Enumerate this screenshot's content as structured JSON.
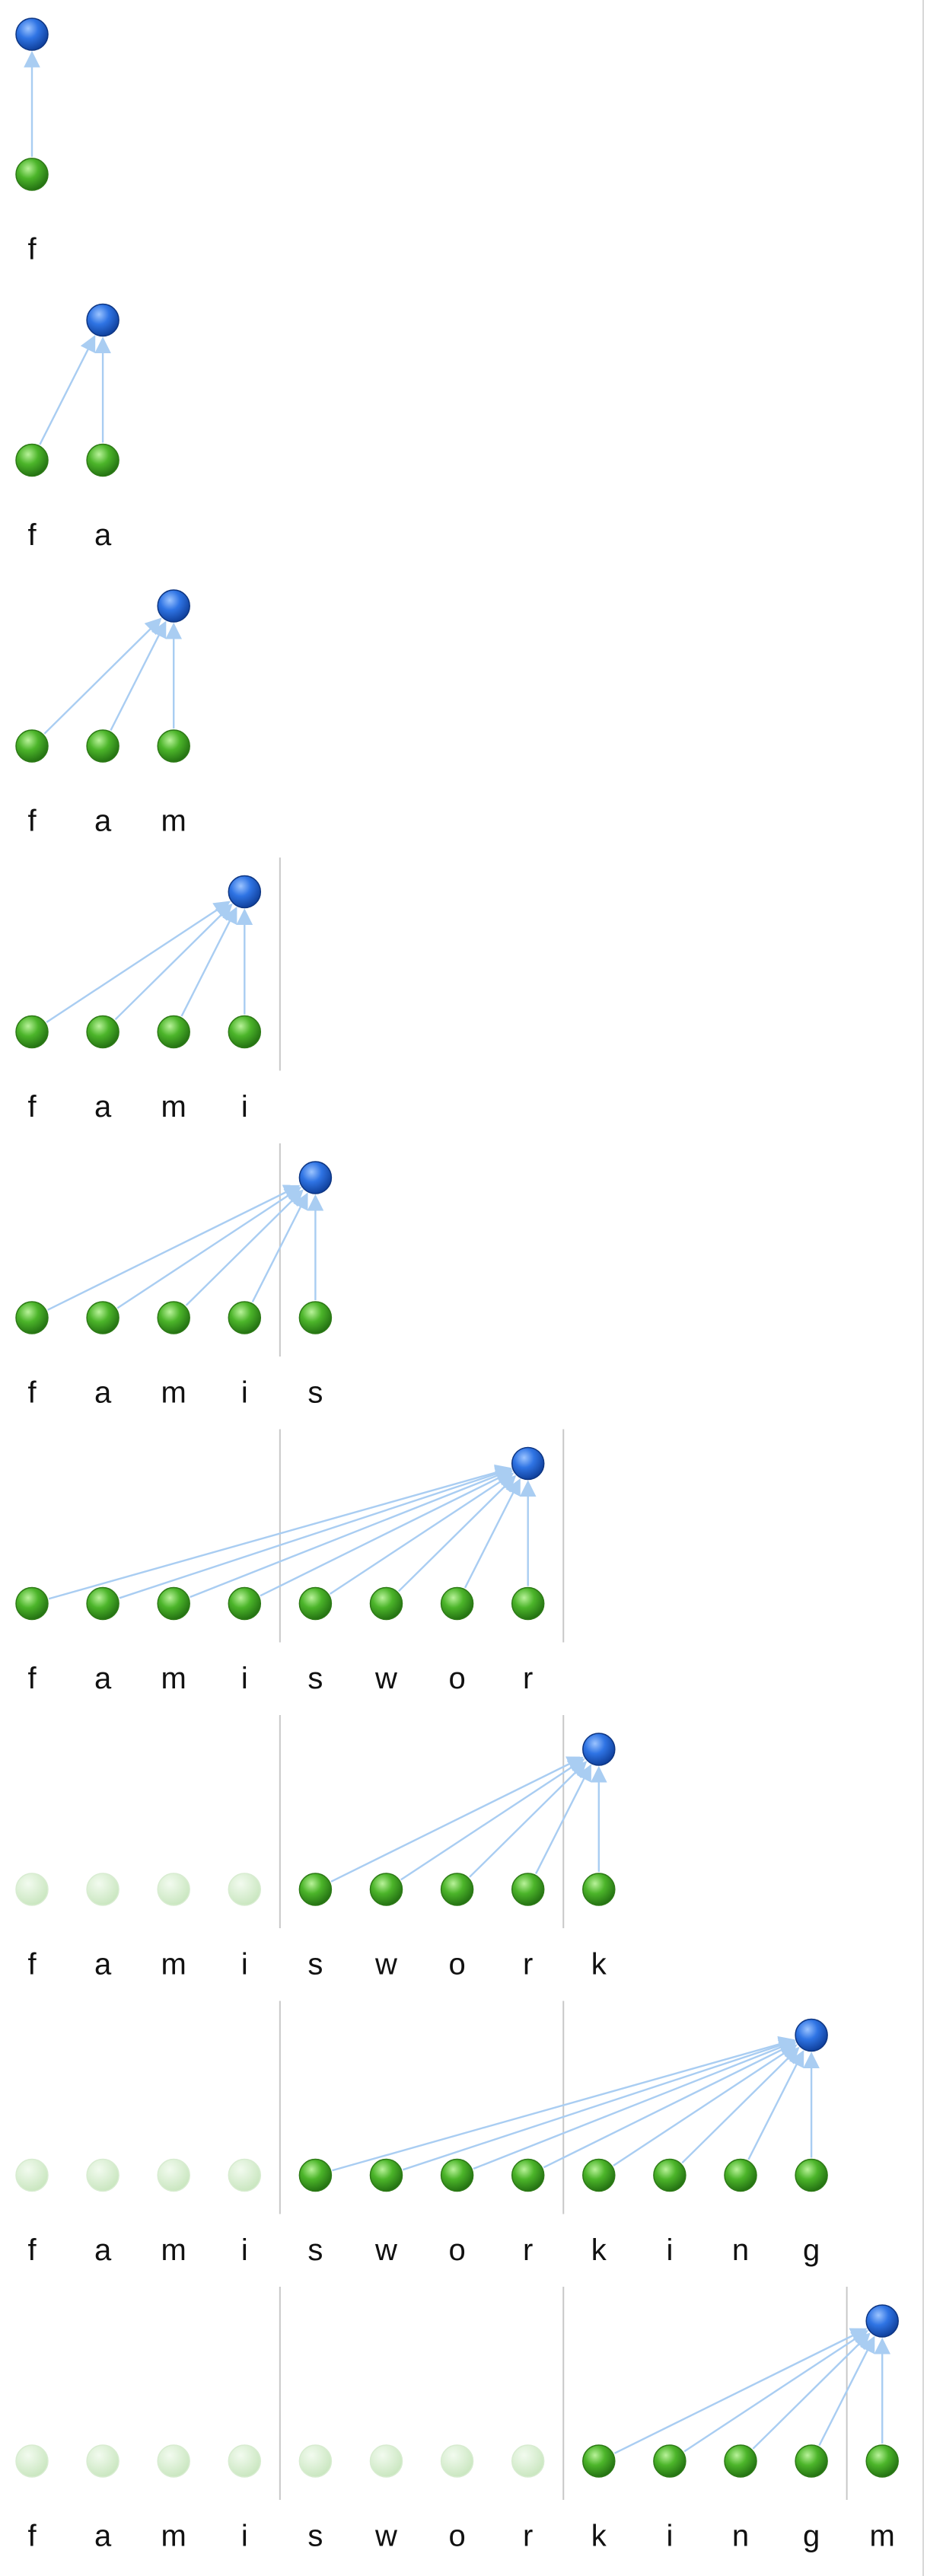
{
  "accent": {
    "query": "#1f5fd1",
    "key_active": "#3fa51f",
    "key_faded": "#cfe8c4",
    "arrow": "#a9cdf2",
    "divider": "#c8c8c8",
    "letter": "#111111"
  },
  "icons": {
    "query": "blue-circle-node",
    "key": "green-circle-node"
  },
  "panels": [
    {
      "letters": [
        "f"
      ],
      "active_start": 0,
      "query_index": 0,
      "dividers_after": []
    },
    {
      "letters": [
        "f",
        "a"
      ],
      "active_start": 0,
      "query_index": 1,
      "dividers_after": []
    },
    {
      "letters": [
        "f",
        "a",
        "m"
      ],
      "active_start": 0,
      "query_index": 2,
      "dividers_after": []
    },
    {
      "letters": [
        "f",
        "a",
        "m",
        "i"
      ],
      "active_start": 0,
      "query_index": 3,
      "dividers_after": [
        3
      ]
    },
    {
      "letters": [
        "f",
        "a",
        "m",
        "i",
        "s"
      ],
      "active_start": 0,
      "query_index": 4,
      "dividers_after": [
        3
      ]
    },
    {
      "letters": [
        "f",
        "a",
        "m",
        "i",
        "s",
        "w",
        "o",
        "r"
      ],
      "active_start": 0,
      "query_index": 7,
      "dividers_after": [
        3,
        7
      ]
    },
    {
      "letters": [
        "f",
        "a",
        "m",
        "i",
        "s",
        "w",
        "o",
        "r",
        "k"
      ],
      "active_start": 4,
      "query_index": 8,
      "dividers_after": [
        3,
        7
      ]
    },
    {
      "letters": [
        "f",
        "a",
        "m",
        "i",
        "s",
        "w",
        "o",
        "r",
        "k",
        "i",
        "n",
        "g"
      ],
      "active_start": 4,
      "query_index": 11,
      "dividers_after": [
        3,
        7
      ]
    },
    {
      "letters": [
        "f",
        "a",
        "m",
        "i",
        "s",
        "w",
        "o",
        "r",
        "k",
        "i",
        "n",
        "g",
        "m"
      ],
      "active_start": 8,
      "query_index": 12,
      "dividers_after": [
        3,
        7,
        11
      ]
    }
  ]
}
